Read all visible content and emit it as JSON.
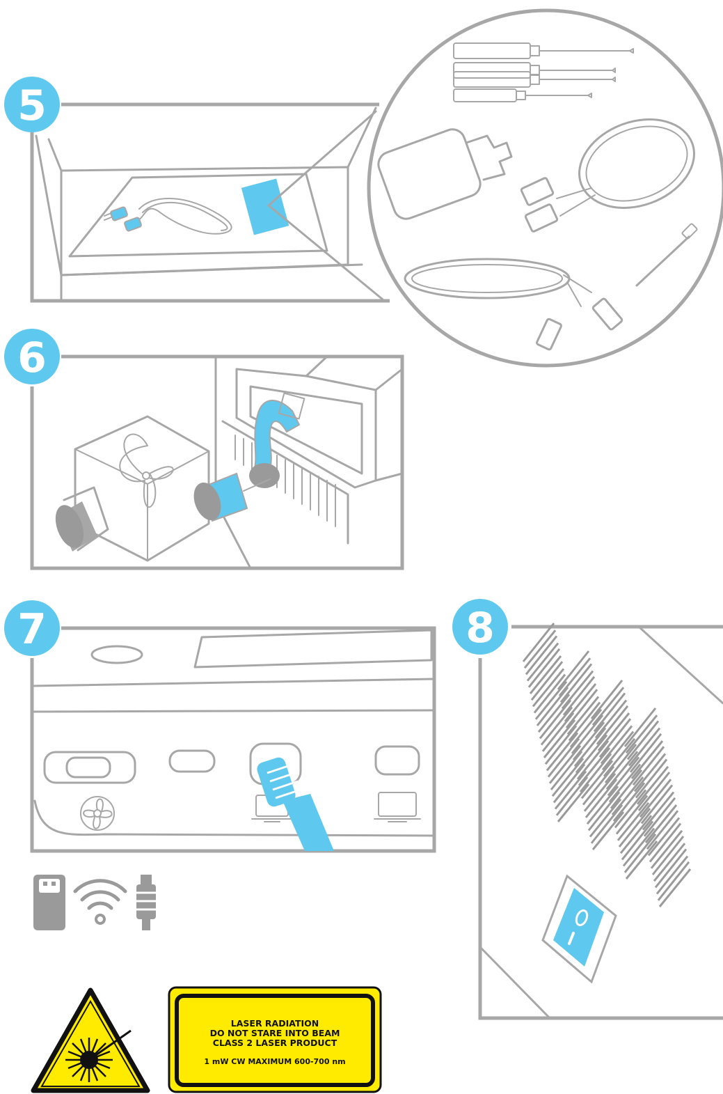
{
  "steps": [
    {
      "number": "5"
    },
    {
      "number": "6"
    },
    {
      "number": "7"
    },
    {
      "number": "8"
    }
  ],
  "colors": {
    "accent": "#5fc8ee",
    "line": "#a7a7a7",
    "icon_fill": "#9a9a9a",
    "warning_yellow": "#ffeb00",
    "warning_black": "#111111"
  },
  "icons": {
    "step5": [
      "power-cord-icon",
      "screwdriver-set-icon",
      "lubricant-bottle-icon",
      "ethernet-cable-icon",
      "usb-cable-icon",
      "cleaning-swab-icon"
    ],
    "step6": [
      "exhaust-fan-icon",
      "exhaust-hose-icon"
    ],
    "step7": [
      "fan-port-icon",
      "ethernet-port-icon",
      "usb-stick-icon",
      "wifi-icon",
      "ethernet-plug-icon"
    ],
    "step8": [
      "vent-grille-icon",
      "power-switch-icon"
    ]
  },
  "switch_labels": {
    "on": "O",
    "off": "I"
  },
  "laser_label": {
    "line1": "LASER RADIATION",
    "line2": "DO NOT STARE INTO BEAM",
    "line3": "CLASS 2 LASER PRODUCT",
    "line4": "1 mW CW MAXIMUM 600-700 nm"
  }
}
